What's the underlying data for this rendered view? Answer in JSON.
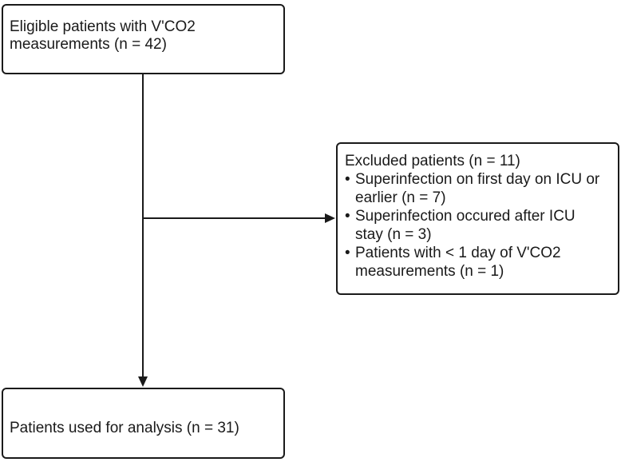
{
  "diagram": {
    "type": "patient-flowchart",
    "colors": {
      "background": "#ffffff",
      "border": "#1a1a1a",
      "text": "#1a1a1a",
      "connector": "#1a1a1a"
    },
    "boxes": {
      "eligible": {
        "lines": [
          "Eligible patients with V'CO2",
          "measurements (n = 42)"
        ]
      },
      "excluded": {
        "title": "Excluded patients (n = 11)",
        "bullet_char": "•",
        "items": [
          {
            "line1": "Superinfection on first day on ICU or",
            "line2": "earlier (n = 7)"
          },
          {
            "line1": "Superinfection occured after ICU",
            "line2": "stay (n = 3)"
          },
          {
            "line1": "Patients with < 1 day of V'CO2",
            "line2": "measurements (n = 1)"
          }
        ]
      },
      "analysis": {
        "text": "Patients used for analysis (n = 31)"
      }
    },
    "connectors": [
      "eligible-to-analysis-vertical-arrow",
      "vertical-to-excluded-horizontal-arrow"
    ]
  }
}
